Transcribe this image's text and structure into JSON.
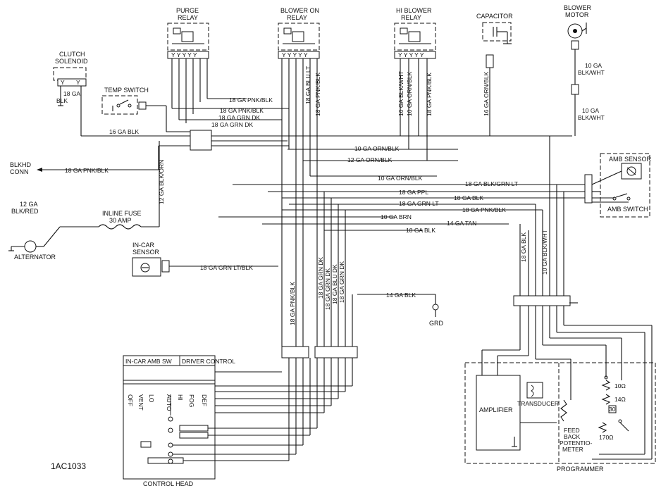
{
  "labels": {
    "purge_relay_1": "PURGE",
    "purge_relay_2": "RELAY",
    "blower_on_1": "BLOWER ON",
    "blower_on_2": "RELAY",
    "hi_blower_1": "HI BLOWER",
    "hi_blower_2": "RELAY",
    "capacitor": "CAPACITOR",
    "blower_motor_1": "BLOWER",
    "blower_motor_2": "MOTOR",
    "clutch_1": "CLUTCH",
    "clutch_2": "SOLENOID",
    "temp_switch": "TEMP SWITCH",
    "blkhd_1": "BLKHD",
    "blkhd_2": "CONN",
    "inline_fuse_1": "INLINE FUSE",
    "inline_fuse_2": "30 AMP",
    "alternator": "ALTERNATOR",
    "in_car_1": "IN-CAR",
    "in_car_2": "SENSOR",
    "amb_sensor": "AMB SENSOR",
    "amb_switch": "AMB SWITCH",
    "grd": "GRD",
    "control_head": "CONTROL HEAD",
    "programmer": "PROGRAMMER",
    "amplifier": "AMPLIFIER",
    "transducer": "TRANSDUCER",
    "feedback_1": "FEED",
    "feedback_2": "BACK",
    "feedback_3": "POTENTIO-",
    "feedback_4": "METER",
    "ch_header_1": "IN-CAR AMB SW",
    "ch_header_2": "DRIVER CONTROL",
    "r_10": "10Ω",
    "r_14": "14Ω",
    "r_30": "30",
    "r_170": "170Ω",
    "fig_id": "1AC1033"
  },
  "wires": {
    "clutch_ga": "18 GA",
    "clutch_color": "BLK",
    "blk_16": "16 GA BLK",
    "pnk_blk_18": "18 GA PNK/BLK",
    "blkhd_wire": "18 GA PNK/BLK",
    "alt_ga": "12 GA",
    "alt_color": "BLK/RED",
    "blk_orn_12": "12 GA BLK/ORN",
    "pnk_blk_a": "18 GA PNK/BLK",
    "pnk_blk_b": "18 GA PNK/BLK",
    "grn_dk_a": "18 GA GRN DK",
    "grn_dk_b": "18 GA GRN DK",
    "blu_lt": "18 GA BLU LT",
    "pnk_blk_c": "18 GA PNK/BLK",
    "blk_wht_10": "10 GA BLK/WHT",
    "orn_blk_10a": "10 GA ORN/BLK",
    "pnk_blk_d": "18 GA PNK/BLK",
    "cap_wire": "16 GA ORN/BLK",
    "motor_wire_1a": "10 GA",
    "motor_wire_1b": "BLK/WHT",
    "motor_wire_2a": "10 GA",
    "motor_wire_2b": "BLK/WHT",
    "orn_blk_10b": "10 GA ORN/BLK",
    "orn_blk_12": "12 GA ORN/BLK",
    "orn_blk_10c": "10 GA ORN/BLK",
    "blk_grn_lt": "18 GA BLK/GRN LT",
    "ppl": "18 GA PPL",
    "blk_18a": "18 GA BLK",
    "grn_lt": "18 GA GRN LT",
    "pnk_blk_e": "18 GA PNK/BLK",
    "brn": "10 GA BRN",
    "tan": "14 GA TAN",
    "blk_18b": "18 GA BLK",
    "grn_lt_blk": "18 GA GRN LT/BLK",
    "pnk_blk_v": "18 GA PNK/BLK",
    "grn_dk_v1": "18 GA GRN DK",
    "grn_dk_v2": "18 GA GRN DK",
    "blu_dk": "18 GA BLU DK",
    "grn_dk_v3": "18 GA GRN DK",
    "blk_14": "14 GA BLK",
    "blk_v": "18 GA BLK",
    "blk_wht_v": "10 GA BLK/WHT"
  },
  "switch_positions": [
    "OFF",
    "VENT",
    "LO",
    "AUTO",
    "HI",
    "FOG",
    "DEF"
  ]
}
